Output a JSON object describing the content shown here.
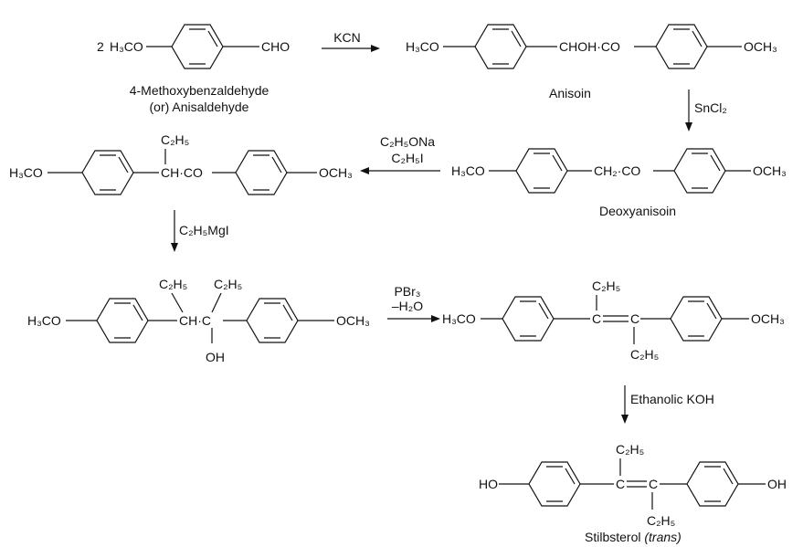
{
  "step1": {
    "reactant_coefficient": "2",
    "reactant_left": "H₃CO",
    "reactant_right": "CHO",
    "reactant_name_1": "4-Methoxybenzaldehyde",
    "reactant_name_2": "(or) Anisaldehyde",
    "reagent": "KCN"
  },
  "anisoin": {
    "left": "H₃CO",
    "linker": "CHOH·CO",
    "right": "OCH₃",
    "name": "Anisoin"
  },
  "step2": {
    "reagent": "SnCl₂"
  },
  "deoxyanisoin": {
    "left": "H₃CO",
    "linker": "CH₂·CO",
    "right": "OCH₃",
    "name": "Deoxyanisoin"
  },
  "step3": {
    "reagent_1": "C₂H₅ONa",
    "reagent_2": "C₂H₅I"
  },
  "ethyl_ketone": {
    "left": "H₃CO",
    "substituent": "C₂H₅",
    "linker": "CH·CO",
    "right": "OCH₃"
  },
  "step4": {
    "reagent": "C₂H₅MgI"
  },
  "carbinol": {
    "left": "H₃CO",
    "substituent_1": "C₂H₅",
    "substituent_2": "C₂H₅",
    "linker": "CH·C",
    "hydroxyl": "OH",
    "right": "OCH₃"
  },
  "step5": {
    "reagent_1": "PBr₃",
    "reagent_2": "–H₂O"
  },
  "dimethyl_ether": {
    "left": "H₃CO",
    "substituent_top": "C₂H₅",
    "alkene_left": "C",
    "alkene_right": "C",
    "substituent_bottom": "C₂H₅",
    "right": "OCH₃"
  },
  "step6": {
    "reagent": "Ethanolic KOH"
  },
  "stilbestrol": {
    "left": "HO",
    "substituent_top": "C₂H₅",
    "alkene_left": "C",
    "alkene_right": "C",
    "substituent_bottom": "C₂H₅",
    "right": "OH",
    "name": "Stilbsterol",
    "name_suffix": "(trans)"
  }
}
